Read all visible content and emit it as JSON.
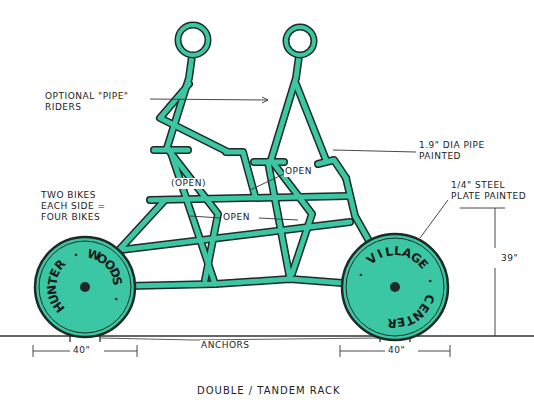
{
  "diagram": {
    "caption": "DOUBLE / TANDEM RACK",
    "nodes": [
      {
        "text": [
          "HUNTER · WOODS ·"
        ]
      },
      {
        "text": [
          "· VILLAGE · CENTER"
        ]
      }
    ],
    "labels": [
      "OPTIONAL \"PIPE\" RIDERS",
      "TWO BIKES EACH SIDE = FOUR BIKES",
      "(OPEN)",
      "OPEN",
      "OPEN",
      "1.9\" DIA PIPE PAINTED",
      "1/4\" STEEL PLATE PAINTED",
      "39\"",
      "40\"",
      "ANCHORS",
      "40\""
    ]
  }
}
